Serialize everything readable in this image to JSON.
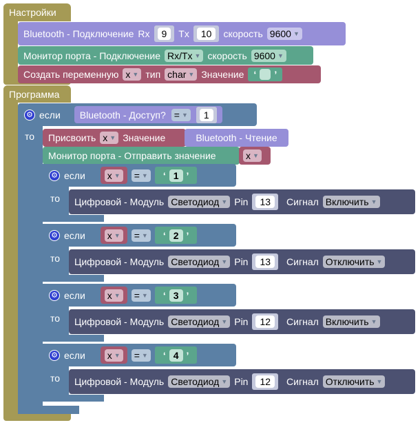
{
  "setup": {
    "title": "Настройки",
    "bt_connect": {
      "label": "Bluetooth - Подключение",
      "rx_label": "Rx",
      "rx": "9",
      "tx_label": "Tx",
      "tx": "10",
      "speed_label": "скорость",
      "speed": "9600"
    },
    "serial_connect": {
      "label": "Монитор порта - Подключение",
      "port": "Rx/Tx",
      "speed_label": "скорость",
      "speed": "9600"
    },
    "create_var": {
      "label": "Создать переменную",
      "var": "x",
      "type_label": "тип",
      "type": "char",
      "value_label": "Значение",
      "value": ""
    }
  },
  "program": {
    "title": "Программа",
    "if_label": "если",
    "then_label": "то",
    "cond": {
      "label": "Bluetooth - Доступ?",
      "op": "=",
      "value": "1"
    },
    "assign": {
      "label": "Присвоить",
      "var": "x",
      "value_label": "Значение",
      "source": "Bluetooth - Чтение"
    },
    "send": {
      "label": "Монитор порта - Отправить значение",
      "var": "x"
    },
    "branches": [
      {
        "var": "x",
        "op": "=",
        "value": "1",
        "label": "Цифровой - Модуль",
        "module": "Светодиод",
        "pin_label": "Pin",
        "pin": "13",
        "signal_label": "Сигнал",
        "signal": "Включить"
      },
      {
        "var": "x",
        "op": "=",
        "value": "2",
        "label": "Цифровой - Модуль",
        "module": "Светодиод",
        "pin_label": "Pin",
        "pin": "13",
        "signal_label": "Сигнал",
        "signal": "Отключить"
      },
      {
        "var": "x",
        "op": "=",
        "value": "3",
        "label": "Цифровой - Модуль",
        "module": "Светодиод",
        "pin_label": "Pin",
        "pin": "12",
        "signal_label": "Сигнал",
        "signal": "Включить"
      },
      {
        "var": "x",
        "op": "=",
        "value": "4",
        "label": "Цифровой - Модуль",
        "module": "Светодиод",
        "pin_label": "Pin",
        "pin": "12",
        "signal_label": "Сигнал",
        "signal": "Отключить"
      }
    ]
  },
  "colors": {
    "olive": "#a59a55",
    "purple": "#968fd8",
    "teal": "#5ba58c",
    "maroon": "#a5576e",
    "blue": "#5b80a5",
    "dark": "#4c5171"
  }
}
